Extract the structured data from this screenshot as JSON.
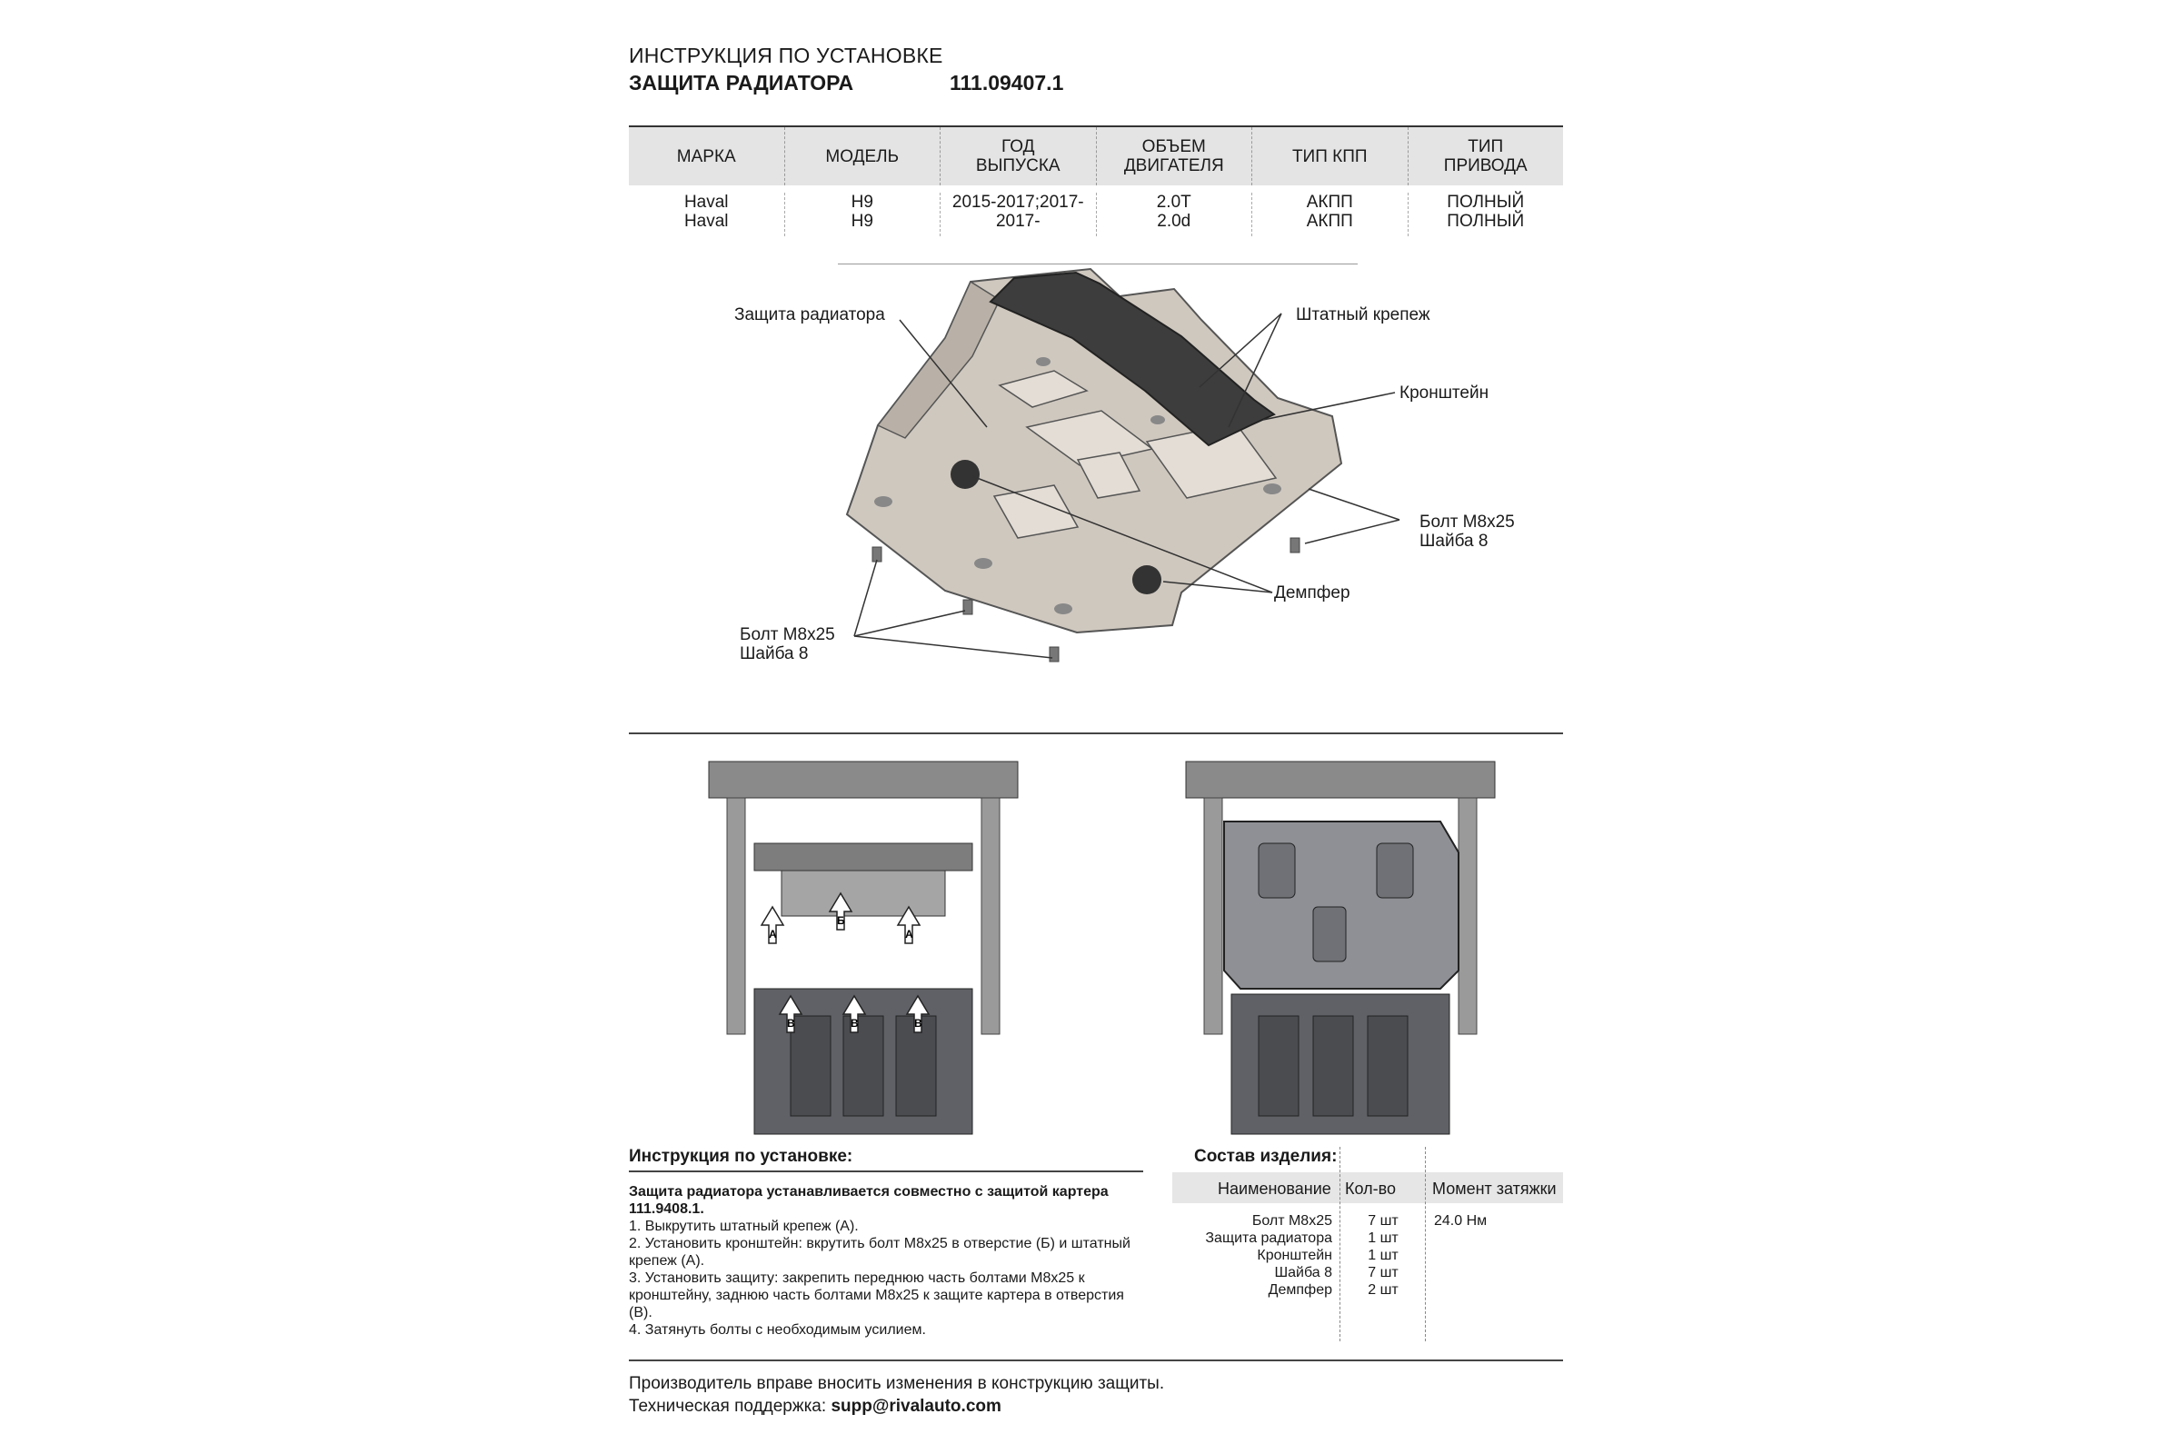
{
  "header": {
    "line1": "ИНСТРУКЦИЯ ПО УСТАНОВКЕ",
    "line2": "ЗАЩИТА РАДИАТОРА",
    "code": "111.09407.1"
  },
  "spec_table": {
    "headers": [
      "МАРКА",
      "МОДЕЛЬ",
      "ГОД\nВЫПУСКА",
      "ОБЪЕМ\nДВИГАТЕЛЯ",
      "ТИП КПП",
      "ТИП\nПРИВОДА"
    ],
    "rows": [
      [
        "Haval",
        "H9",
        "2015-2017;2017-",
        "2.0T",
        "АКПП",
        "ПОЛНЫЙ"
      ],
      [
        "Haval",
        "H9",
        "2017-",
        "2.0d",
        "АКПП",
        "ПОЛНЫЙ"
      ]
    ]
  },
  "diagram_labels": {
    "shield": "Защита радиатора",
    "std_fastener": "Штатный крепеж",
    "bracket": "Кронштейн",
    "bolt_right": "Болт М8х25\nШайба 8",
    "damper": "Демпфер",
    "bolt_left": "Болт М8х25\nШайба 8"
  },
  "photo_markers": {
    "a": "А",
    "b": "Б",
    "v": "В"
  },
  "instructions": {
    "title": "Инструкция по установке:",
    "intro": "Защита радиатора устанавливается совместно с защитой картера 111.9408.1.",
    "steps": [
      "1. Выкрутить штатный крепеж (А).",
      "2. Установить кронштейн: вкрутить болт М8х25 в отверстие (Б) и штатный крепеж (А).",
      "3. Установить защиту: закрепить переднюю часть болтами М8х25 к кронштейну, заднюю часть болтами М8х25 к защите картера в отверстия (В).",
      "4. Затянуть болты с необходимым усилием."
    ]
  },
  "kit": {
    "title": "Состав изделия:",
    "headers": {
      "name": "Наименование",
      "qty": "Кол-во",
      "torque": "Момент затяжки"
    },
    "rows": [
      {
        "name": "Болт М8х25",
        "qty": "7 шт",
        "torque": "24.0 Нм"
      },
      {
        "name": "Защита радиатора",
        "qty": "1 шт",
        "torque": ""
      },
      {
        "name": "Кронштейн",
        "qty": "1 шт",
        "torque": ""
      },
      {
        "name": "Шайба 8",
        "qty": "7 шт",
        "torque": ""
      },
      {
        "name": "Демпфер",
        "qty": "2 шт",
        "torque": ""
      }
    ]
  },
  "footer": {
    "line1": "Производитель вправе вносить изменения в конструкцию защиты.",
    "support_label": "Техническая поддержка: ",
    "support_email": "supp@rivalauto.com"
  }
}
